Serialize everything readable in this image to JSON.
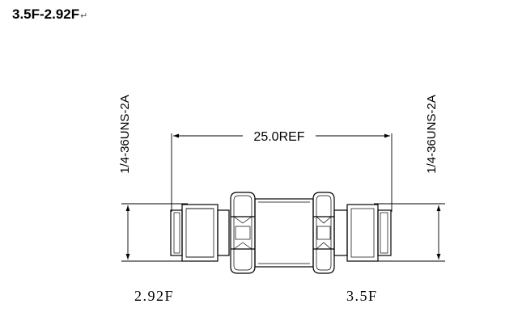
{
  "title": "3.5F-2.92F",
  "title_mark": "↵",
  "dimension_length": "25.0REF",
  "thread_left": "1/4-36UNS-2A",
  "thread_right": "1/4-36UNS-2A",
  "label_left": "2.92F",
  "label_right": "3.5F"
}
